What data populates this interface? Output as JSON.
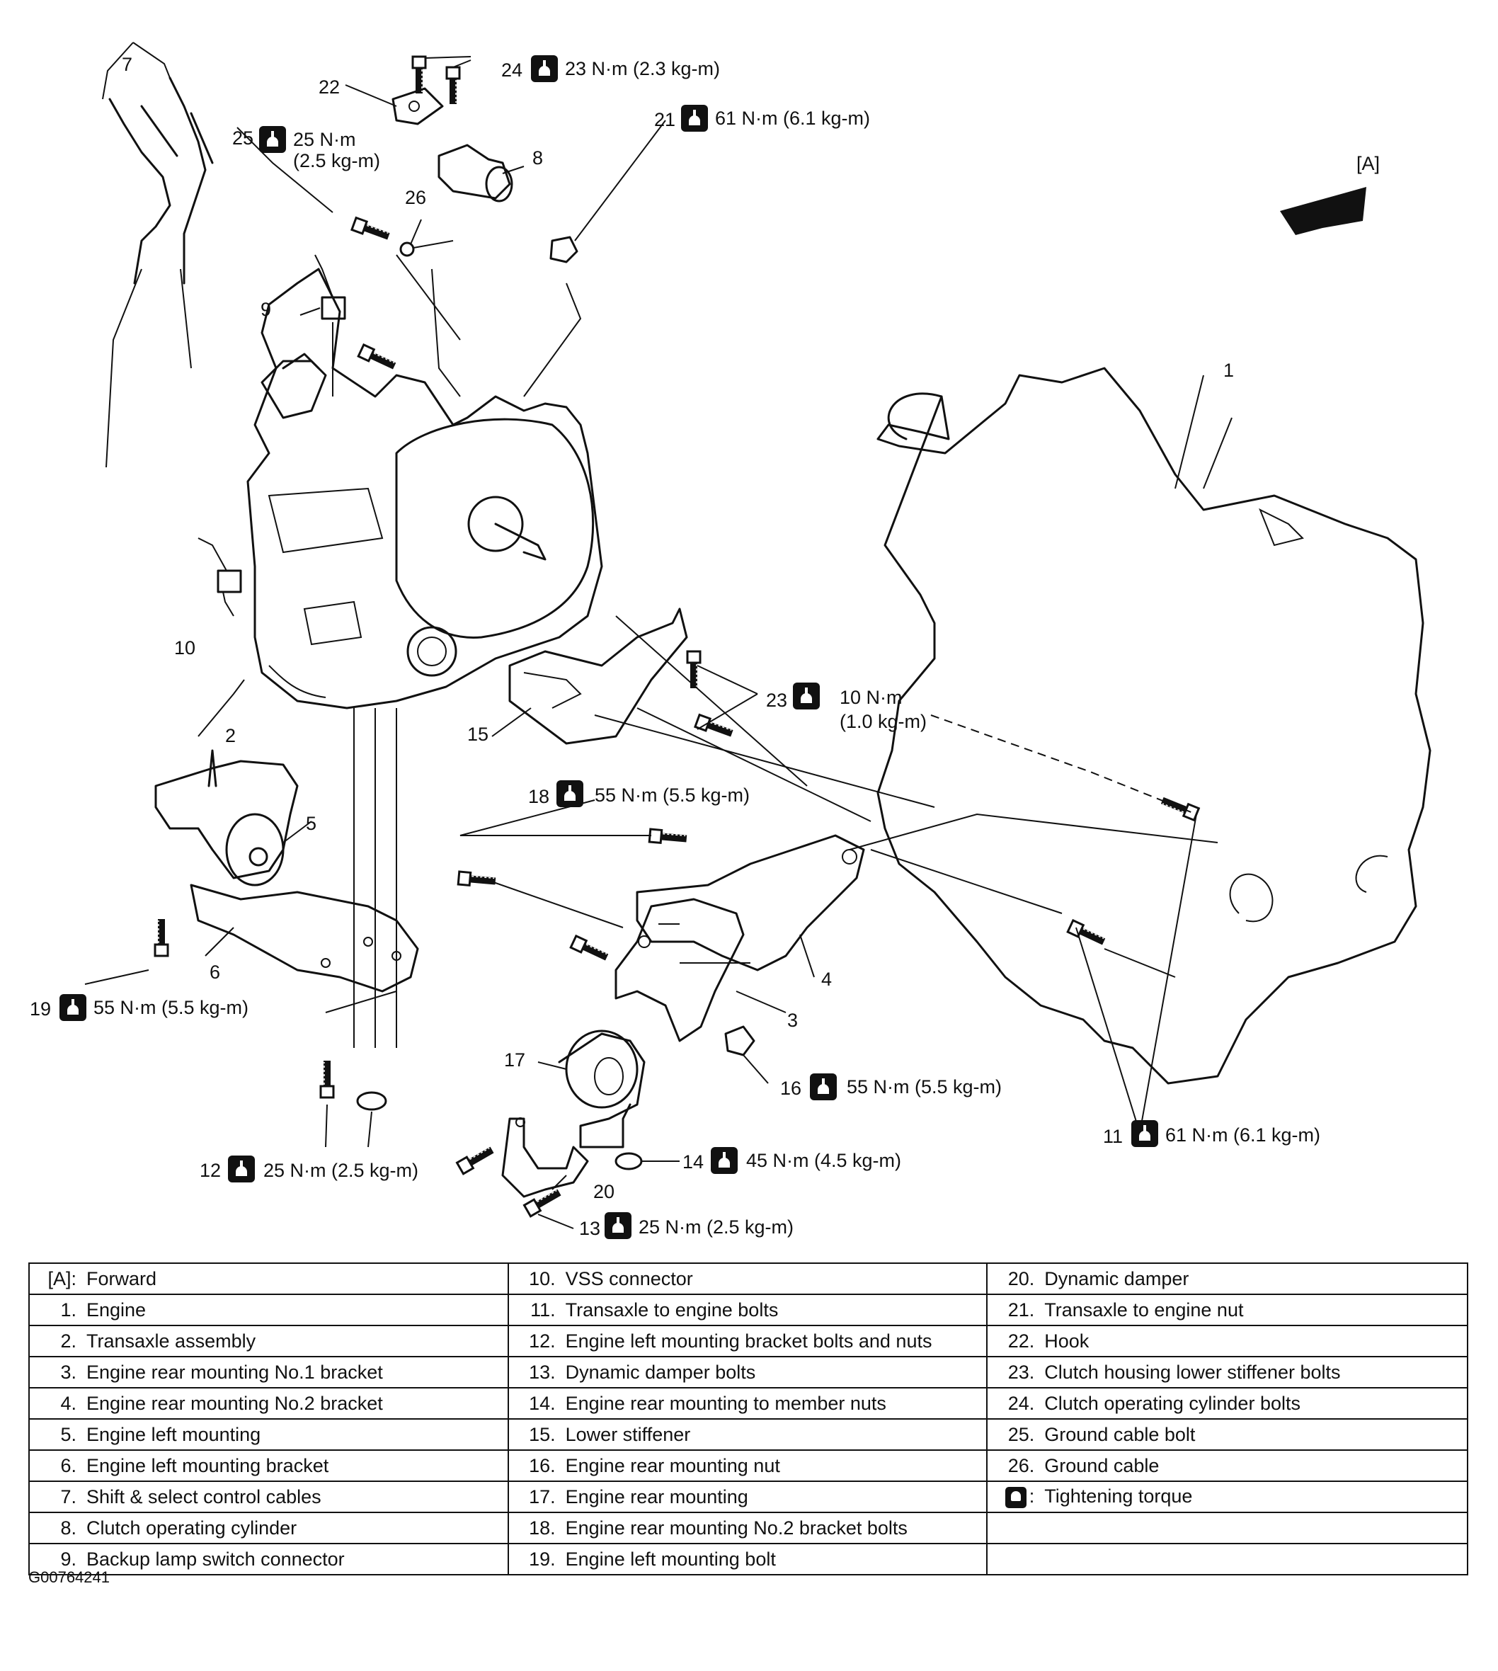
{
  "diagram": {
    "forward_marker": "[A]",
    "callouts": {
      "c1": "1",
      "c2": "2",
      "c3": "3",
      "c4": "4",
      "c5": "5",
      "c6": "6",
      "c7": "7",
      "c8": "8",
      "c9": "9",
      "c10": "10",
      "c11": "11",
      "c12": "12",
      "c13": "13",
      "c14": "14",
      "c15": "15",
      "c16": "16",
      "c17": "17",
      "c18": "18",
      "c19": "19",
      "c20": "20",
      "c21": "21",
      "c22": "22",
      "c23": "23",
      "c24": "24",
      "c25": "25",
      "c26": "26"
    },
    "torques": {
      "t24": "23 N·m (2.3 kg-m)",
      "t21": "61 N·m (6.1 kg-m)",
      "t25a": "25 N·m",
      "t25b": "(2.5 kg-m)",
      "t23a": "10 N·m",
      "t23b": "(1.0 kg-m)",
      "t18": "55 N·m (5.5 kg-m)",
      "t19": "55 N·m (5.5 kg-m)",
      "t16": "55 N·m (5.5 kg-m)",
      "t11": "61 N·m (6.1 kg-m)",
      "t12": "25 N·m (2.5 kg-m)",
      "t14": "45 N·m (4.5 kg-m)",
      "t13": "25 N·m (2.5 kg-m)"
    }
  },
  "legend": {
    "rows": [
      [
        {
          "n": "[A]:",
          "t": "Forward"
        },
        {
          "n": "10.",
          "t": "VSS connector"
        },
        {
          "n": "20.",
          "t": "Dynamic damper"
        }
      ],
      [
        {
          "n": "1.",
          "t": "Engine"
        },
        {
          "n": "11.",
          "t": "Transaxle to engine bolts"
        },
        {
          "n": "21.",
          "t": "Transaxle to engine nut"
        }
      ],
      [
        {
          "n": "2.",
          "t": "Transaxle assembly"
        },
        {
          "n": "12.",
          "t": "Engine left mounting bracket bolts and nuts"
        },
        {
          "n": "22.",
          "t": "Hook"
        }
      ],
      [
        {
          "n": "3.",
          "t": "Engine rear mounting No.1 bracket"
        },
        {
          "n": "13.",
          "t": "Dynamic damper bolts"
        },
        {
          "n": "23.",
          "t": "Clutch housing lower stiffener bolts"
        }
      ],
      [
        {
          "n": "4.",
          "t": "Engine rear mounting No.2 bracket"
        },
        {
          "n": "14.",
          "t": "Engine rear mounting to member nuts"
        },
        {
          "n": "24.",
          "t": "Clutch operating cylinder bolts"
        }
      ],
      [
        {
          "n": "5.",
          "t": "Engine left mounting"
        },
        {
          "n": "15.",
          "t": "Lower stiffener"
        },
        {
          "n": "25.",
          "t": "Ground cable bolt"
        }
      ],
      [
        {
          "n": "6.",
          "t": "Engine left mounting bracket"
        },
        {
          "n": "16.",
          "t": "Engine rear mounting nut"
        },
        {
          "n": "26.",
          "t": "Ground cable"
        }
      ],
      [
        {
          "n": "7.",
          "t": "Shift & select control cables"
        },
        {
          "n": "17.",
          "t": "Engine rear mounting"
        },
        {
          "n": ":",
          "t": "Tightening torque",
          "icon": true
        }
      ],
      [
        {
          "n": "8.",
          "t": "Clutch operating cylinder"
        },
        {
          "n": "18.",
          "t": "Engine rear mounting No.2 bracket bolts"
        },
        {
          "n": "",
          "t": ""
        }
      ],
      [
        {
          "n": "9.",
          "t": "Backup lamp switch connector"
        },
        {
          "n": "19.",
          "t": "Engine left mounting bolt"
        },
        {
          "n": "",
          "t": ""
        }
      ]
    ]
  },
  "figure_id": "G00764241"
}
